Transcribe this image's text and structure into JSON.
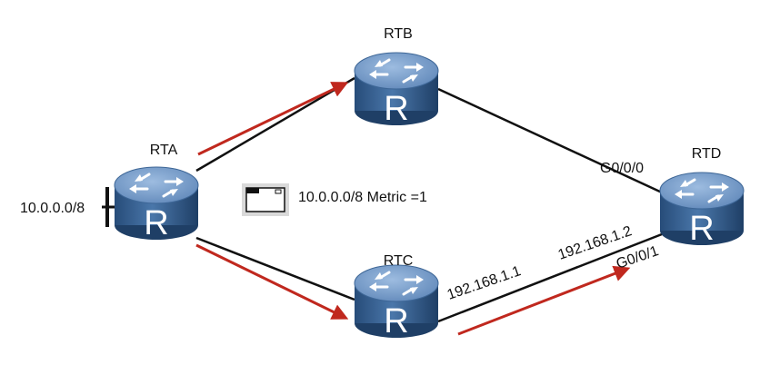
{
  "routers": {
    "rta": {
      "name": "RTA",
      "glyph": "R"
    },
    "rtb": {
      "name": "RTB",
      "glyph": "R"
    },
    "rtc": {
      "name": "RTC",
      "glyph": "R"
    },
    "rtd": {
      "name": "RTD",
      "glyph": "R"
    }
  },
  "network": {
    "prefix": "10.0.0.0/8"
  },
  "update": {
    "text": "10.0.0.0/8 Metric =1",
    "icon": "route-update-packet-icon"
  },
  "interfaces": {
    "rtd_g000": "G0/0/0",
    "rtd_g001": "G0/0/1",
    "rtd_ip": "192.168.1.2",
    "rtc_ip": "192.168.1.1"
  },
  "colors": {
    "link": "#111111",
    "arrow": "#c0281e",
    "router_top": "#6f94c1",
    "router_side": "#2f5a8c"
  }
}
